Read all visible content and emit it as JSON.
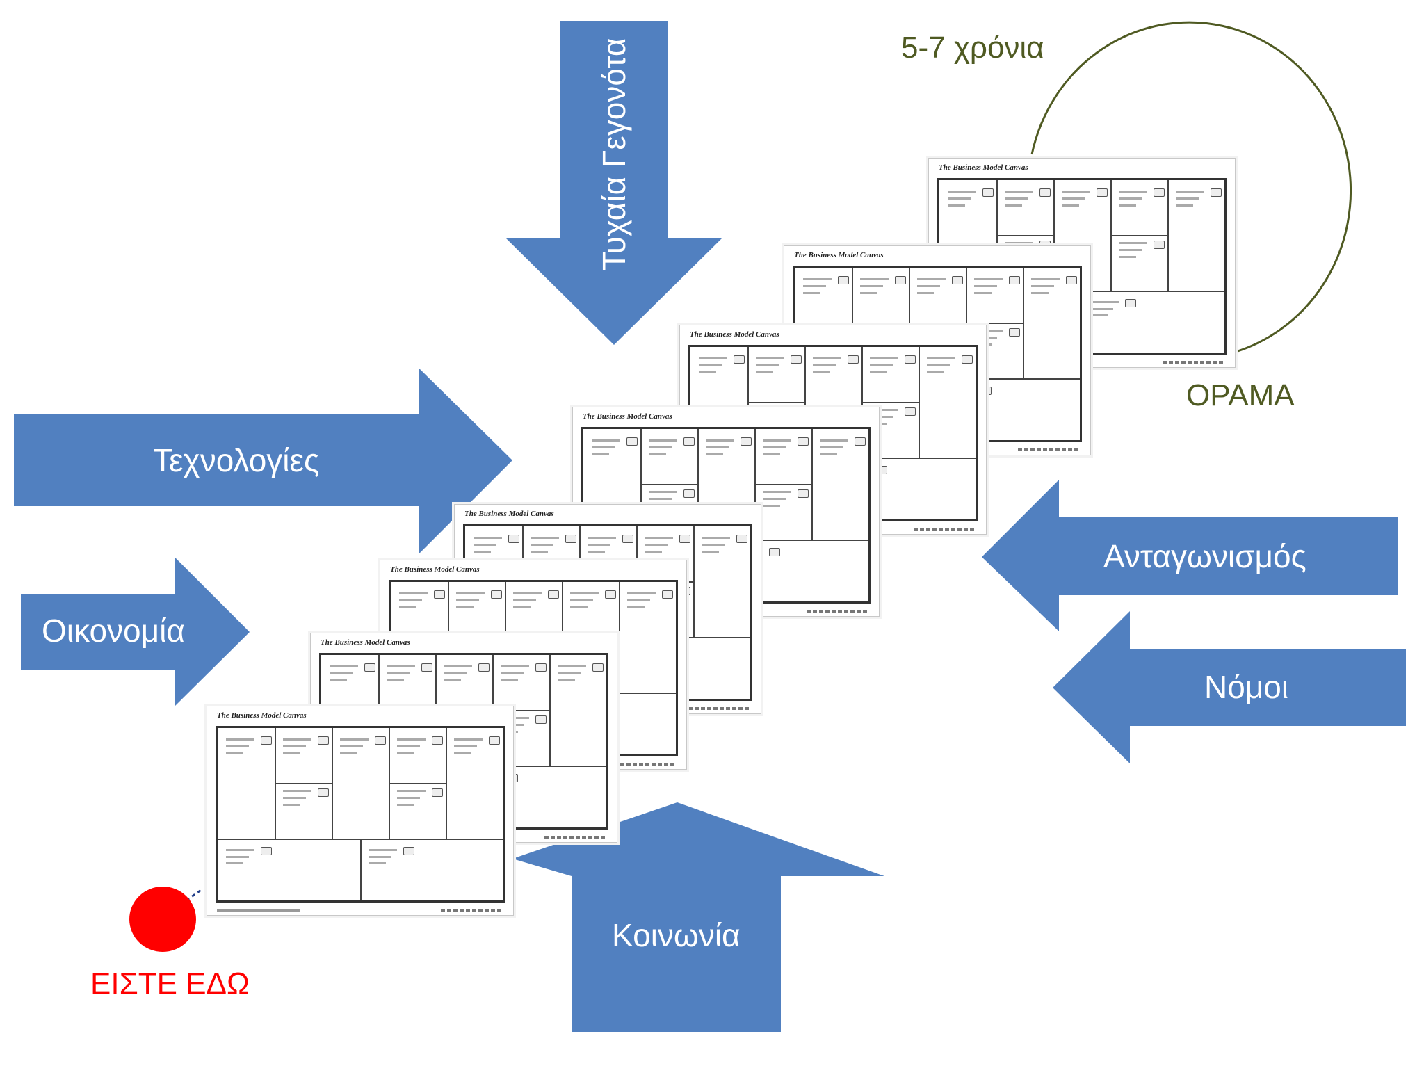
{
  "arrows": {
    "top": "Τυχαία Γεγονότα",
    "technology": "Τεχνολογίες",
    "economy": "Οικονομία",
    "competition": "Ανταγωνισμός",
    "laws": "Νόμοι",
    "society": "Κοινωνία"
  },
  "vision": {
    "years": "5-7 χρόνια",
    "label": "ΟΡΑΜΑ"
  },
  "start": {
    "label": "ΕΙΣΤΕ ΕΔΩ"
  },
  "canvas_title": "The Business Model Canvas",
  "colors": {
    "arrow": "#5180c0",
    "vision_text": "#4f5a22",
    "start_red": "#ff0000"
  }
}
